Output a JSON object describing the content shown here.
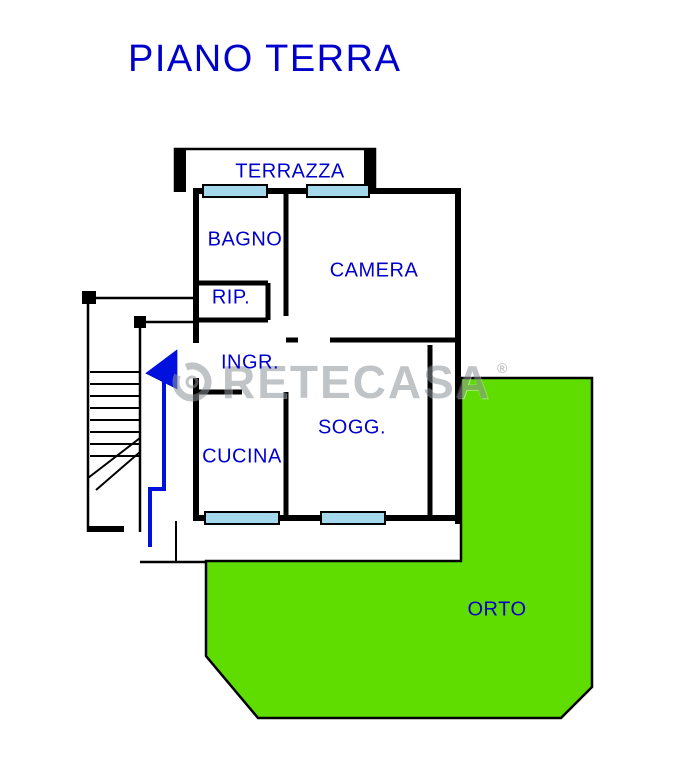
{
  "title": "PIANO TERRA",
  "watermark": {
    "text": "RETECASA",
    "registered": "®"
  },
  "rooms": {
    "terrazza": {
      "label": "TERRAZZA"
    },
    "bagno": {
      "label": "BAGNO"
    },
    "camera": {
      "label": "CAMERA"
    },
    "rip": {
      "label": "RIP."
    },
    "ingr": {
      "label": "INGR."
    },
    "sogg": {
      "label": "SOGG."
    },
    "cucina": {
      "label": "CUCINA"
    },
    "orto": {
      "label": "ORTO"
    }
  },
  "colors": {
    "label_blue": "#0000CC",
    "wall_black": "#000000",
    "window_blue": "#A5D8EA",
    "garden_green": "#5FDD00",
    "arrow_blue": "#0011DD",
    "watermark_gray": "#8E949A"
  }
}
